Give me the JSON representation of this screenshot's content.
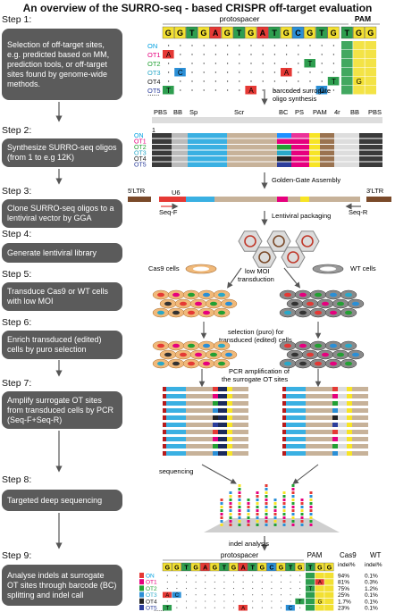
{
  "title": "An overview of the SURRO-seq - based CRISPR off-target evaluation",
  "steps": [
    {
      "label": "Step 1:",
      "text": "Selection of off-target sites, e.g. predicted based on MM, prediction tools, or off-target sites found by genome-wide methods."
    },
    {
      "label": "Step 2:",
      "text": "Synthesize SURRO-seq oligos (from 1 to e.g 12K)"
    },
    {
      "label": "Step 3:",
      "text": "Clone SURRO-seq oligos to a lentiviral vector by GGA"
    },
    {
      "label": "Step 4:",
      "text": "Generate lentiviral library"
    },
    {
      "label": "Step 5:",
      "text": "Transduce Cas9 or WT cells with low MOI"
    },
    {
      "label": "Step 6:",
      "text": "Enrich transduced (edited) cells by puro selection"
    },
    {
      "label": "Step 7:",
      "text": "Amplify surrogate OT sites from transduced cells by PCR (Seq-F+Seq-R)"
    },
    {
      "label": "Step 8:",
      "text": "Targeted deep sequencing"
    },
    {
      "label": "Step 9:",
      "text": "Analyse indels at surrogate OT sites through barcode (BC) splitting and indel call"
    }
  ],
  "step1_panel": {
    "protospacer_label": "protospacer",
    "pam_label": "PAM",
    "sequence": [
      "G",
      "G",
      "T",
      "G",
      "A",
      "G",
      "T",
      "G",
      "A",
      "T",
      "G",
      "C",
      "G",
      "T",
      "G",
      "T",
      "G",
      "G"
    ],
    "off_target_labels": [
      "ON",
      "OT1",
      "OT2",
      "OT3",
      "OT4",
      "OT5"
    ],
    "ellipsis": "......"
  },
  "step2_panel": {
    "arrow_caption": "barcoded surrogate oligo synthesis",
    "segments": [
      "PBS",
      "BB",
      "Sp",
      "Scr",
      "BC",
      "PS",
      "PAM",
      "4r",
      "BB",
      "PBS"
    ],
    "index_label": "1",
    "oligo_labels": [
      "ON",
      "OT1",
      "OT2",
      "OT3",
      "OT4",
      "OT5"
    ]
  },
  "step3_panel": {
    "arrow_caption": "Golden-Gate Assembly",
    "ltr5": "5'LTR",
    "ltr3": "3'LTR",
    "promoter": "U6",
    "seq_f": "Seq-F",
    "seq_r": "Seq-R",
    "packaging_caption": "Lentiviral packaging"
  },
  "step5_panel": {
    "cas9_cells": "Cas9 cells",
    "wt_cells": "WT cells",
    "moi_caption": "low MOI transduction"
  },
  "step6_panel": {
    "selection_caption": "selection (puro) for transduced (edited) cells"
  },
  "step7_panel": {
    "pcr_caption": "PCR amplification of the surrogate OT sites"
  },
  "step8_panel": {
    "sequencing_caption": "sequencing"
  },
  "step9_panel": {
    "indel_caption": "indel analysis",
    "protospacer_label": "protospacer",
    "pam_label": "PAM",
    "cas9_header": "Cas9",
    "wt_header": "WT",
    "indel_sub": "indel%",
    "off_target_labels": [
      "ON",
      "OT1",
      "OT2",
      "OT3",
      "OT4",
      "OT5"
    ],
    "cas9_values": [
      "94%",
      "81%",
      "75%",
      "25%",
      "1.7%",
      "23%"
    ],
    "wt_values": [
      "0.1%",
      "0.3%",
      "1.2%",
      "0.1%",
      "0.1%",
      "0.1%"
    ],
    "ellipsis": "......"
  },
  "colors": {
    "box_gray": "#5b5b5b",
    "label_colors": [
      "#00a0e0",
      "#e6007e",
      "#22a033",
      "#2aa8c8",
      "#222222",
      "#2b3d9b"
    ],
    "base_A": "#e53935",
    "base_T": "#2e9e4f",
    "base_C": "#2b8fd6",
    "base_G": "#f2e032",
    "light_blue": "#3ab0e2",
    "tan": "#c7b299",
    "yellow": "#f7e425",
    "brown": "#8b5a3c"
  }
}
